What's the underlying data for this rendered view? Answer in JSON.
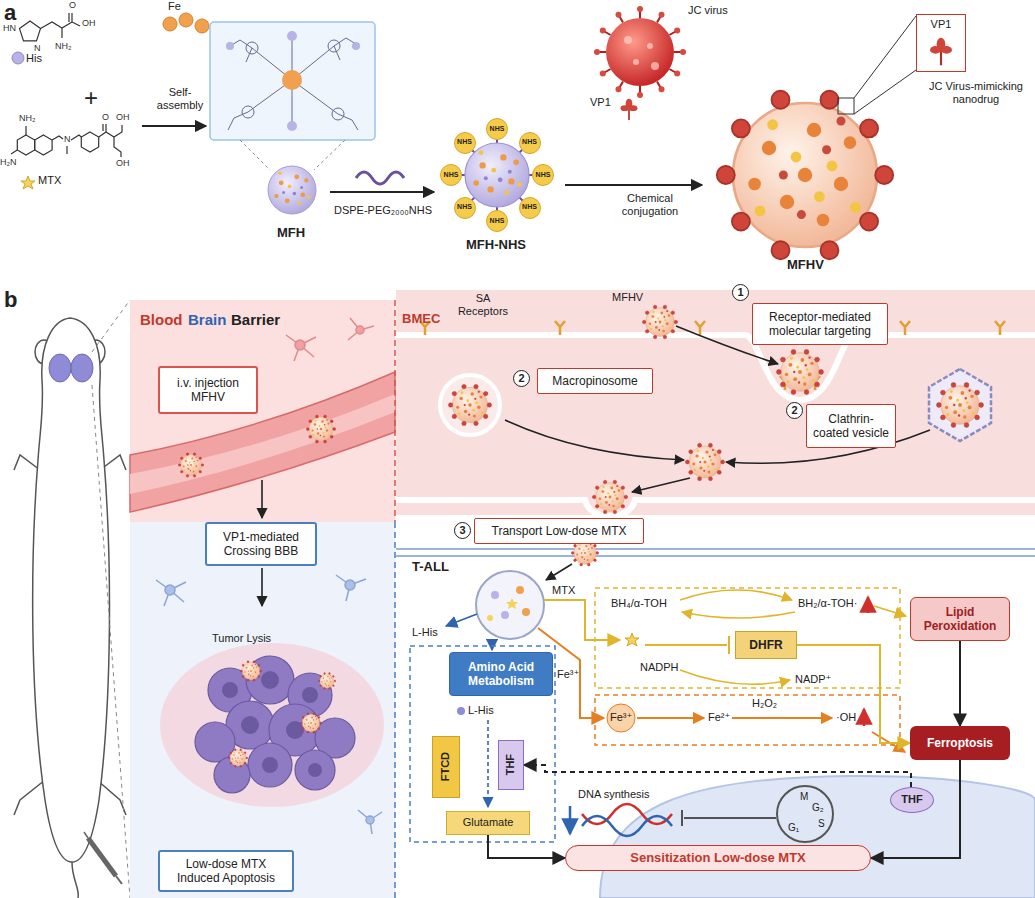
{
  "diagram": {
    "nodes": [
      {
        "text": [
          "VP1"
        ]
      },
      {
        "text": [
          "i.v. injection MFHV"
        ]
      },
      {
        "text": [
          "VP1-mediated Crossing BBB"
        ]
      },
      {
        "text": [
          "Low-dose MTX Induced Apoptosis"
        ]
      },
      {
        "text": [
          "Receptor-mediated molecular targeting"
        ]
      },
      {
        "text": [
          "Macropinosome"
        ]
      },
      {
        "text": [
          "Clathrin-coated vesicle"
        ]
      },
      {
        "text": [
          "Transport Low-dose MTX"
        ]
      },
      {
        "text": [
          "Amino Acid Metabolism"
        ]
      },
      {
        "text": [
          "FTCD"
        ]
      },
      {
        "text": [
          "THF"
        ]
      },
      {
        "text": [
          "Glutamate"
        ]
      },
      {
        "text": [
          "DHFR"
        ]
      },
      {
        "text": [
          "Lipid Peroxidation"
        ]
      },
      {
        "text": [
          "Ferroptosis"
        ]
      },
      {
        "text": [
          "THF"
        ]
      },
      {
        "text": [
          "Sensitization Low-dose MTX"
        ]
      }
    ],
    "edges": [
      {
        "from": 12,
        "to": 14,
        "arrow": "to"
      },
      {
        "from": 13,
        "to": 14,
        "arrow": "to"
      },
      {
        "from": 14,
        "to": 16,
        "arrow": "to"
      },
      {
        "from": 11,
        "to": 16,
        "arrow": "to"
      },
      {
        "from": 15,
        "to": 10,
        "arrow": "to"
      }
    ],
    "labels": [
      "a",
      "HN",
      "N",
      "O",
      "OH",
      "NH₂",
      "His",
      "Fe",
      "+",
      "NH₂",
      "H₂N",
      "N",
      "O",
      "OH",
      "OH",
      "MTX",
      "Self-assembly",
      "MFH",
      "DSPE-PEG₂₀₀₀NHS",
      "NHS",
      "NHS",
      "NHS",
      "NHS",
      "NHS",
      "NHS",
      "NHS",
      "NHS",
      "MFH-NHS",
      "JC virus",
      "VP1",
      "Chemical conjugation",
      "JC Virus-mimicking nanodrug",
      "MFHV",
      "b",
      "Blood",
      "Brain",
      "Barrier",
      "Tumor Lysis",
      "BMEC",
      "SA Receptors",
      "MFHV",
      "1",
      "2",
      "2",
      "3",
      "T-ALL",
      "L-His",
      "MTX",
      "Fe³⁺",
      "L-His",
      "BH₄/α-TOH",
      "BH₂/α-TOH·",
      "NADPH",
      "NADP⁺",
      "Fe³⁺",
      "Fe²⁺",
      "H₂O₂",
      "·OH",
      "M",
      "G₂",
      "S",
      "G₁",
      "DNA synthesis"
    ]
  }
}
